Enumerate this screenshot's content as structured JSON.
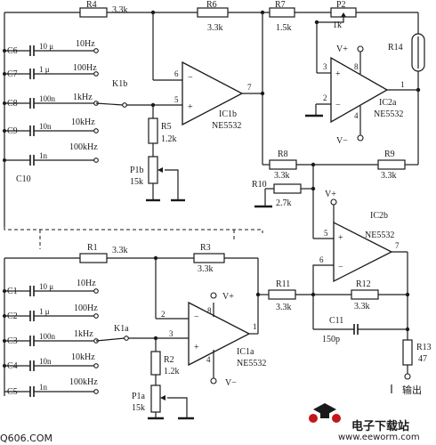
{
  "top": {
    "R4": {
      "name": "R4",
      "value": "3.3k"
    },
    "R6": {
      "name": "R6",
      "value": "3.3k"
    },
    "R7": {
      "name": "R7",
      "value": "1.5k"
    },
    "P2": {
      "name": "P2",
      "value": "1k"
    },
    "R14": {
      "name": "R14"
    },
    "caps": [
      {
        "name": "C6",
        "value": "10 μ",
        "freq": "10Hz"
      },
      {
        "name": "C7",
        "value": "1 μ",
        "freq": "100Hz"
      },
      {
        "name": "C8",
        "value": "100n",
        "freq": "1kHz"
      },
      {
        "name": "C9",
        "value": "10n",
        "freq": "10kHz"
      },
      {
        "name": "C10",
        "value": "1n",
        "freq": "100kHz"
      }
    ],
    "switch": "K1b",
    "R5": {
      "name": "R5",
      "value": "1.2k"
    },
    "P1b": {
      "name": "P1b",
      "value": "15k"
    },
    "ic1b": {
      "name": "IC1b",
      "part": "NE5532",
      "pin_minus": "6",
      "pin_plus": "5",
      "pin_out": "7"
    },
    "ic2a": {
      "name": "IC2a",
      "part": "NE5532",
      "pin_plus": "3",
      "pin_minus": "2",
      "pin_out": "1",
      "pin_vp": "8",
      "pin_vm": "4",
      "vplus": "V+",
      "vminus": "V−"
    },
    "R8": {
      "name": "R8",
      "value": "3.3k"
    },
    "R9": {
      "name": "R9",
      "value": "3.3k"
    },
    "R10": {
      "name": "R10",
      "value": "2.7k"
    }
  },
  "bottom": {
    "R1": {
      "name": "R1",
      "value": "3.3k"
    },
    "R3": {
      "name": "R3",
      "value": "3.3k"
    },
    "caps": [
      {
        "name": "C1",
        "value": "10 μ",
        "freq": "10Hz"
      },
      {
        "name": "C2",
        "value": "1 μ",
        "freq": "100Hz"
      },
      {
        "name": "C3",
        "value": "100n",
        "freq": "1kHz"
      },
      {
        "name": "C4",
        "value": "10n",
        "freq": "10kHz"
      },
      {
        "name": "C5",
        "value": "1n",
        "freq": "100kHz"
      }
    ],
    "switch": "K1a",
    "R2": {
      "name": "R2",
      "value": "1.2k"
    },
    "P1a": {
      "name": "P1a",
      "value": "15k"
    },
    "ic1a": {
      "name": "IC1a",
      "part": "NE5532",
      "pin_minus": "2",
      "pin_plus": "3",
      "pin_out": "1",
      "pin_vp": "8",
      "pin_vm": "4",
      "vplus": "V+",
      "vminus": "V−"
    },
    "ic2b": {
      "name": "IC2b",
      "part": "NE5532",
      "pin_plus": "5",
      "pin_minus": "6",
      "pin_out": "7"
    },
    "R11": {
      "name": "R11",
      "value": "3.3k"
    },
    "R12": {
      "name": "R12",
      "value": "3.3k"
    },
    "C11": {
      "name": "C11",
      "value": "150p"
    },
    "R13": {
      "name": "R13",
      "value": "47"
    },
    "output": "输出"
  },
  "vplus_top": "V+",
  "vminus_top": "V−",
  "watermark": {
    "left": "Q606.COM",
    "right_title": "电子下载站",
    "right_url": "www.eeworm.com"
  },
  "colors": {
    "line": "#1a1a1a",
    "brand": "#c0181b"
  }
}
